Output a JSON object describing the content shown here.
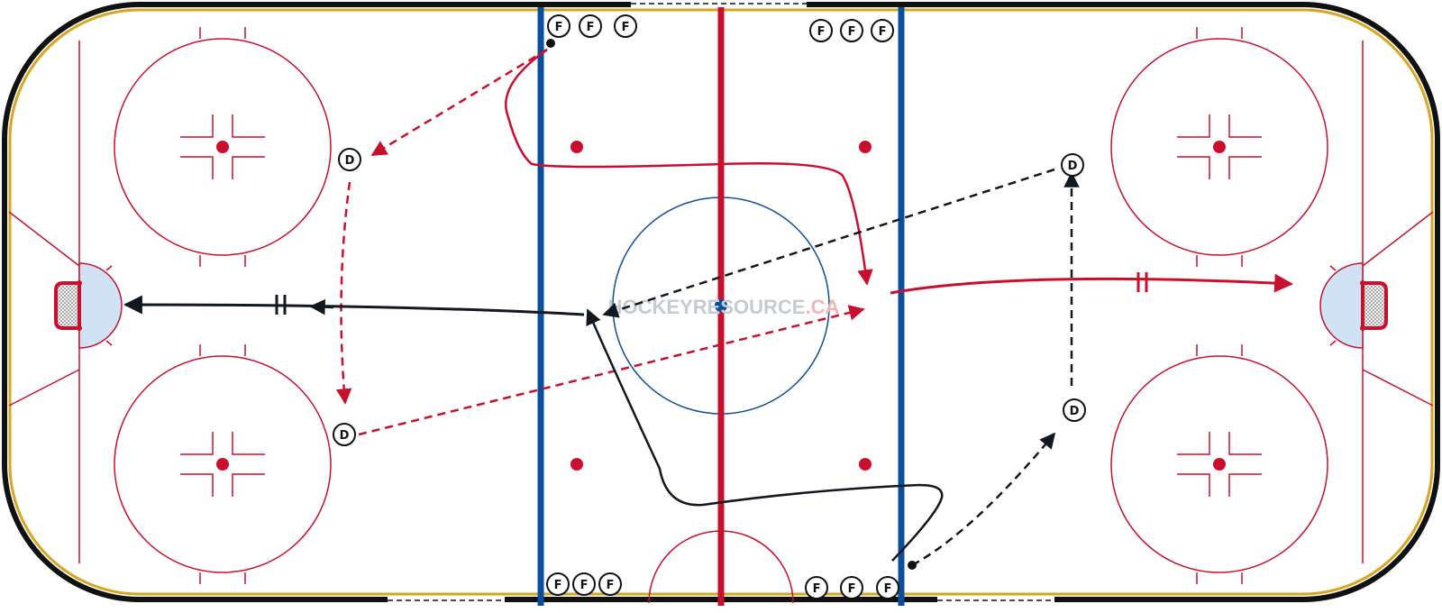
{
  "watermark": {
    "part1": "HOCKEYRES",
    "part2": "OURCE",
    "part3": ".CA",
    "color_main": "#c5cbd3",
    "color_accent": "#f2b3b9"
  },
  "colors": {
    "board": "#111111",
    "kickplate": "#d9a520",
    "red": "#c8102e",
    "blue": "#0b4f9c",
    "crease": "#cfe3f5",
    "black": "#111820"
  },
  "players": {
    "forward_label": "F",
    "defense_label": "D"
  }
}
